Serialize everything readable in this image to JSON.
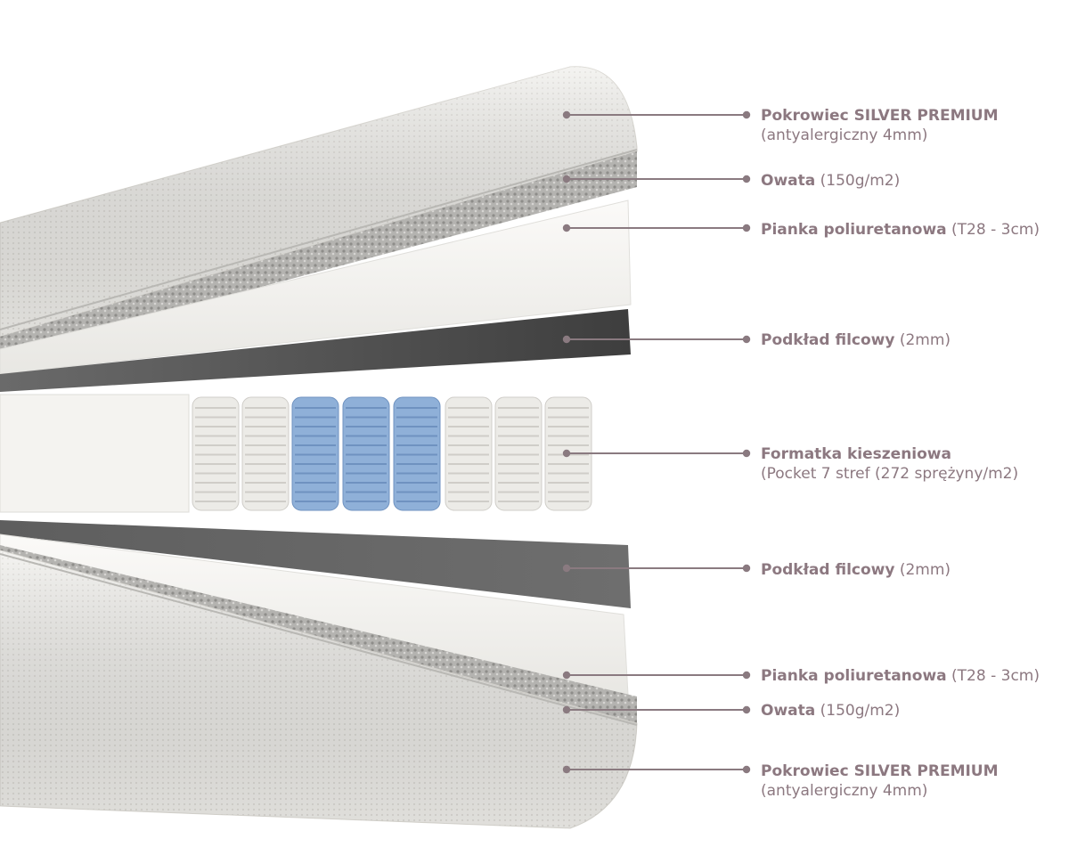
{
  "layers": [
    {
      "id": "cover-top",
      "bold": "Pokrowiec SILVER PREMIUM",
      "rest": "",
      "line2": "(antyalergiczny 4mm)"
    },
    {
      "id": "wadding-top",
      "bold": "Owata",
      "rest": " (150g/m2)",
      "line2": ""
    },
    {
      "id": "foam-top",
      "bold": "Pianka poliuretanowa",
      "rest": " (T28 - 3cm)",
      "line2": ""
    },
    {
      "id": "felt-top",
      "bold": "Podkład filcowy",
      "rest": " (2mm)",
      "line2": ""
    },
    {
      "id": "pocket-core",
      "bold": "Formatka kieszeniowa",
      "rest": "",
      "line2": "(Pocket 7 stref (272 sprężyny/m2)"
    },
    {
      "id": "felt-bottom",
      "bold": "Podkład filcowy",
      "rest": " (2mm)",
      "line2": ""
    },
    {
      "id": "foam-bottom",
      "bold": "Pianka poliuretanowa",
      "rest": " (T28 - 3cm)",
      "line2": ""
    },
    {
      "id": "wadding-bottom",
      "bold": "Owata",
      "rest": " (150g/m2)",
      "line2": ""
    },
    {
      "id": "cover-bottom",
      "bold": "Pokrowiec SILVER PREMIUM",
      "rest": "",
      "line2": "(antyalergiczny 4mm)"
    }
  ],
  "colors": {
    "label_text": "#8c7880",
    "leader_line": "#8a7a80",
    "cover": "#efeeea",
    "wadding": "#a8a8a6",
    "foam": "#f6f5f2",
    "felt": "#4a4a4a",
    "spring_white": "#ecebe7",
    "spring_blue": "#8fb0d8"
  }
}
